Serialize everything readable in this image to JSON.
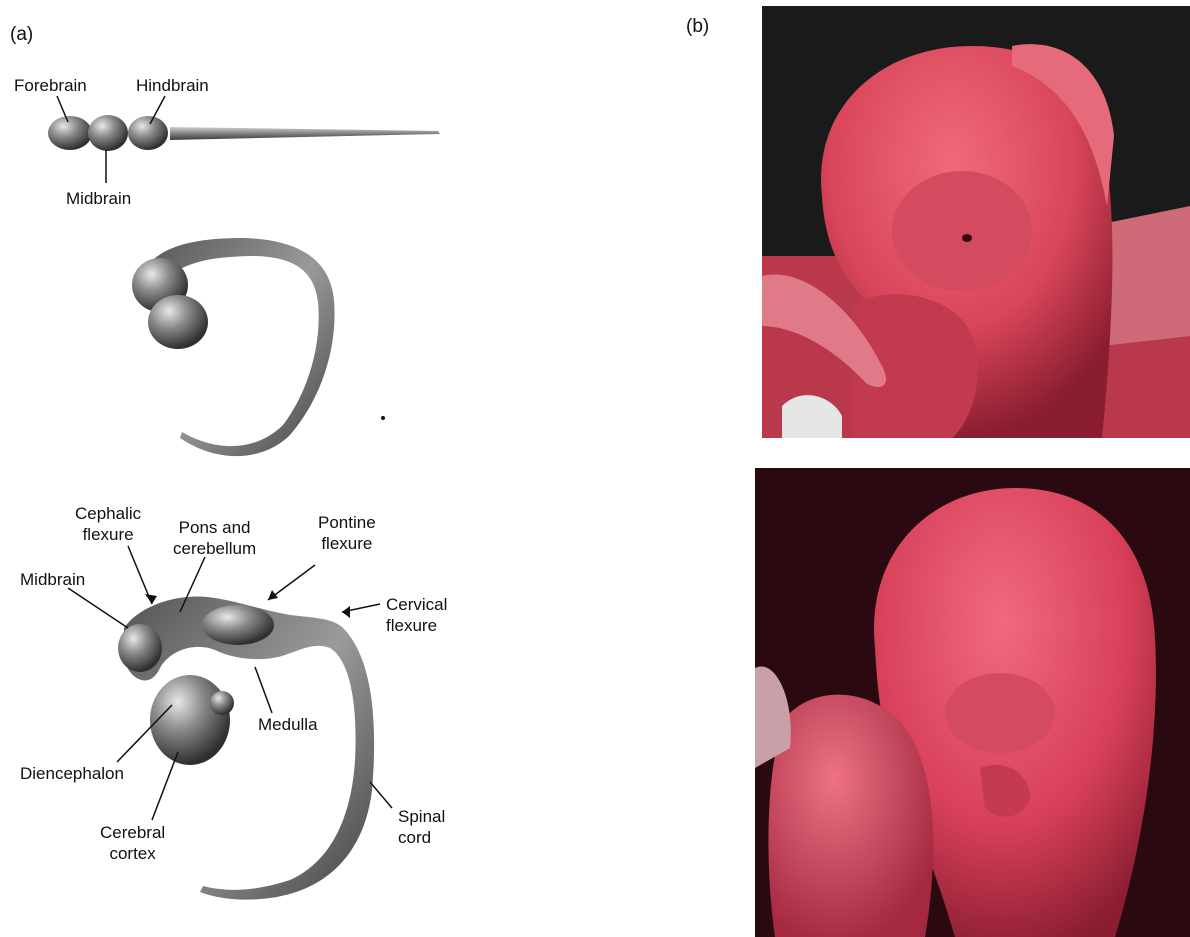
{
  "panels": {
    "a": "(a)",
    "b": "(b)"
  },
  "stage1": {
    "forebrain": "Forebrain",
    "hindbrain": "Hindbrain",
    "midbrain": "Midbrain"
  },
  "stage3": {
    "cephalic_flexure": [
      "Cephalic",
      "flexure"
    ],
    "pons_cerebellum": [
      "Pons and",
      "cerebellum"
    ],
    "pontine_flexure": [
      "Pontine",
      "flexure"
    ],
    "midbrain": "Midbrain",
    "cervical_flexure": [
      "Cervical",
      "flexure"
    ],
    "medulla": "Medulla",
    "diencephalon": "Diencephalon",
    "cerebral_cortex": [
      "Cerebral",
      "cortex"
    ],
    "spinal_cord": [
      "Spinal",
      "cord"
    ]
  },
  "colors": {
    "tissue": "#d9455a",
    "tissue_dark": "#8a1e30",
    "background_dark": "#2a0a10",
    "drawing_gray": "#6e6e6e"
  }
}
